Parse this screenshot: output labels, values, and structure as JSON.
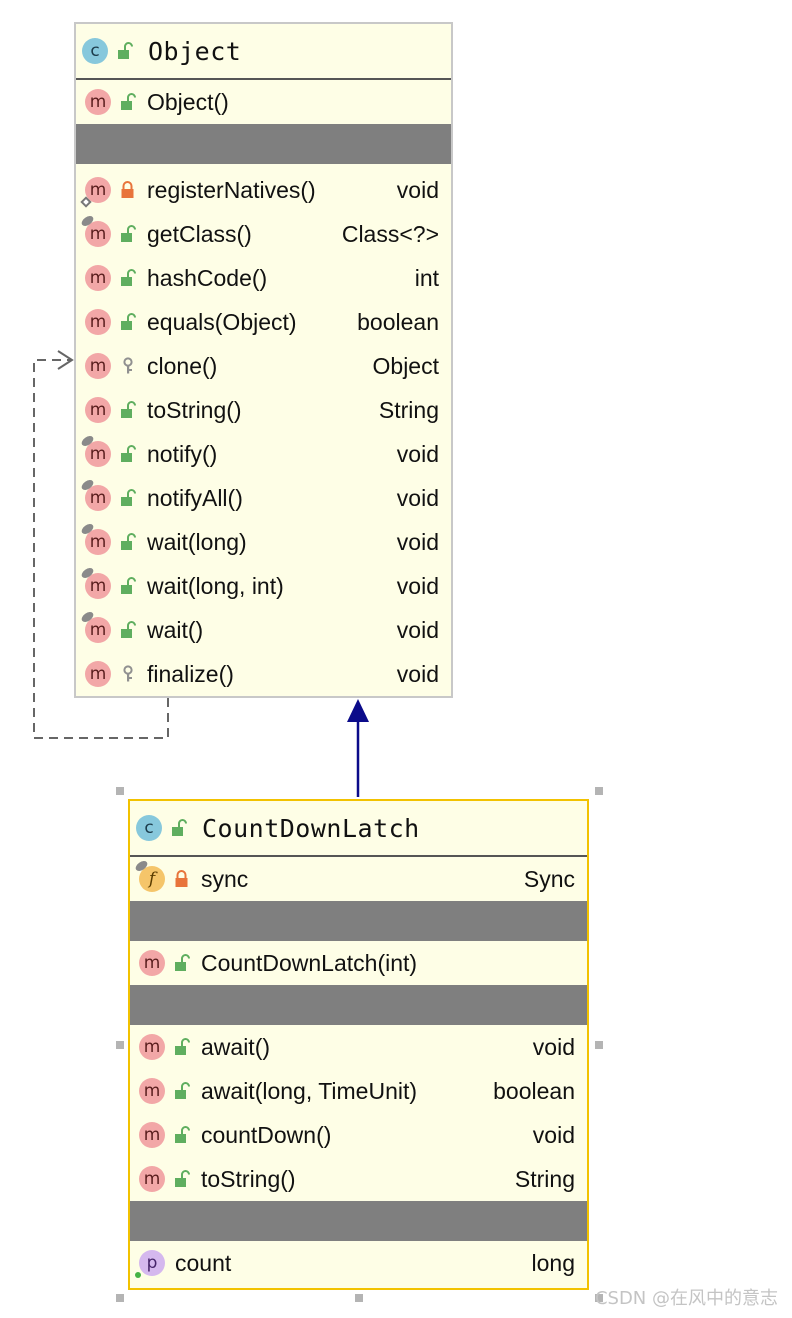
{
  "object_class": {
    "name": "Object",
    "kind_icon": "c",
    "constructors": [
      {
        "name": "Object()",
        "type": "",
        "badge": "m",
        "vis": "public",
        "mod": ""
      }
    ],
    "methods": [
      {
        "name": "registerNatives()",
        "type": "void",
        "badge": "m",
        "vis": "private",
        "mod": "native"
      },
      {
        "name": "getClass()",
        "type": "Class<?>",
        "badge": "m",
        "vis": "public",
        "mod": "final"
      },
      {
        "name": "hashCode()",
        "type": "int",
        "badge": "m",
        "vis": "public",
        "mod": ""
      },
      {
        "name": "equals(Object)",
        "type": "boolean",
        "badge": "m",
        "vis": "public",
        "mod": ""
      },
      {
        "name": "clone()",
        "type": "Object",
        "badge": "m",
        "vis": "protected",
        "mod": ""
      },
      {
        "name": "toString()",
        "type": "String",
        "badge": "m",
        "vis": "public",
        "mod": ""
      },
      {
        "name": "notify()",
        "type": "void",
        "badge": "m",
        "vis": "public",
        "mod": "final"
      },
      {
        "name": "notifyAll()",
        "type": "void",
        "badge": "m",
        "vis": "public",
        "mod": "final"
      },
      {
        "name": "wait(long)",
        "type": "void",
        "badge": "m",
        "vis": "public",
        "mod": "final"
      },
      {
        "name": "wait(long, int)",
        "type": "void",
        "badge": "m",
        "vis": "public",
        "mod": "final"
      },
      {
        "name": "wait()",
        "type": "void",
        "badge": "m",
        "vis": "public",
        "mod": "final"
      },
      {
        "name": "finalize()",
        "type": "void",
        "badge": "m",
        "vis": "protected",
        "mod": ""
      }
    ]
  },
  "cdl_class": {
    "name": "CountDownLatch",
    "kind_icon": "c",
    "fields": [
      {
        "name": "sync",
        "type": "Sync",
        "badge": "f",
        "vis": "private",
        "mod": "final"
      }
    ],
    "constructors": [
      {
        "name": "CountDownLatch(int)",
        "type": "",
        "badge": "m",
        "vis": "public",
        "mod": ""
      }
    ],
    "methods": [
      {
        "name": "await()",
        "type": "void",
        "badge": "m",
        "vis": "public",
        "mod": ""
      },
      {
        "name": "await(long, TimeUnit)",
        "type": "boolean",
        "badge": "m",
        "vis": "public",
        "mod": ""
      },
      {
        "name": "countDown()",
        "type": "void",
        "badge": "m",
        "vis": "public",
        "mod": ""
      },
      {
        "name": "toString()",
        "type": "String",
        "badge": "m",
        "vis": "public",
        "mod": ""
      }
    ],
    "properties": [
      {
        "name": "count",
        "type": "long",
        "badge": "p",
        "vis": "none",
        "mod": "dot"
      }
    ]
  },
  "colors": {
    "box_fill": "#fefee6",
    "selected_border": "#f2c200",
    "separator": "#7f7f7f",
    "inheritance_arrow": "#0b0b8a",
    "dependency_line": "#666666"
  },
  "watermark": "CSDN @在风中的意志"
}
